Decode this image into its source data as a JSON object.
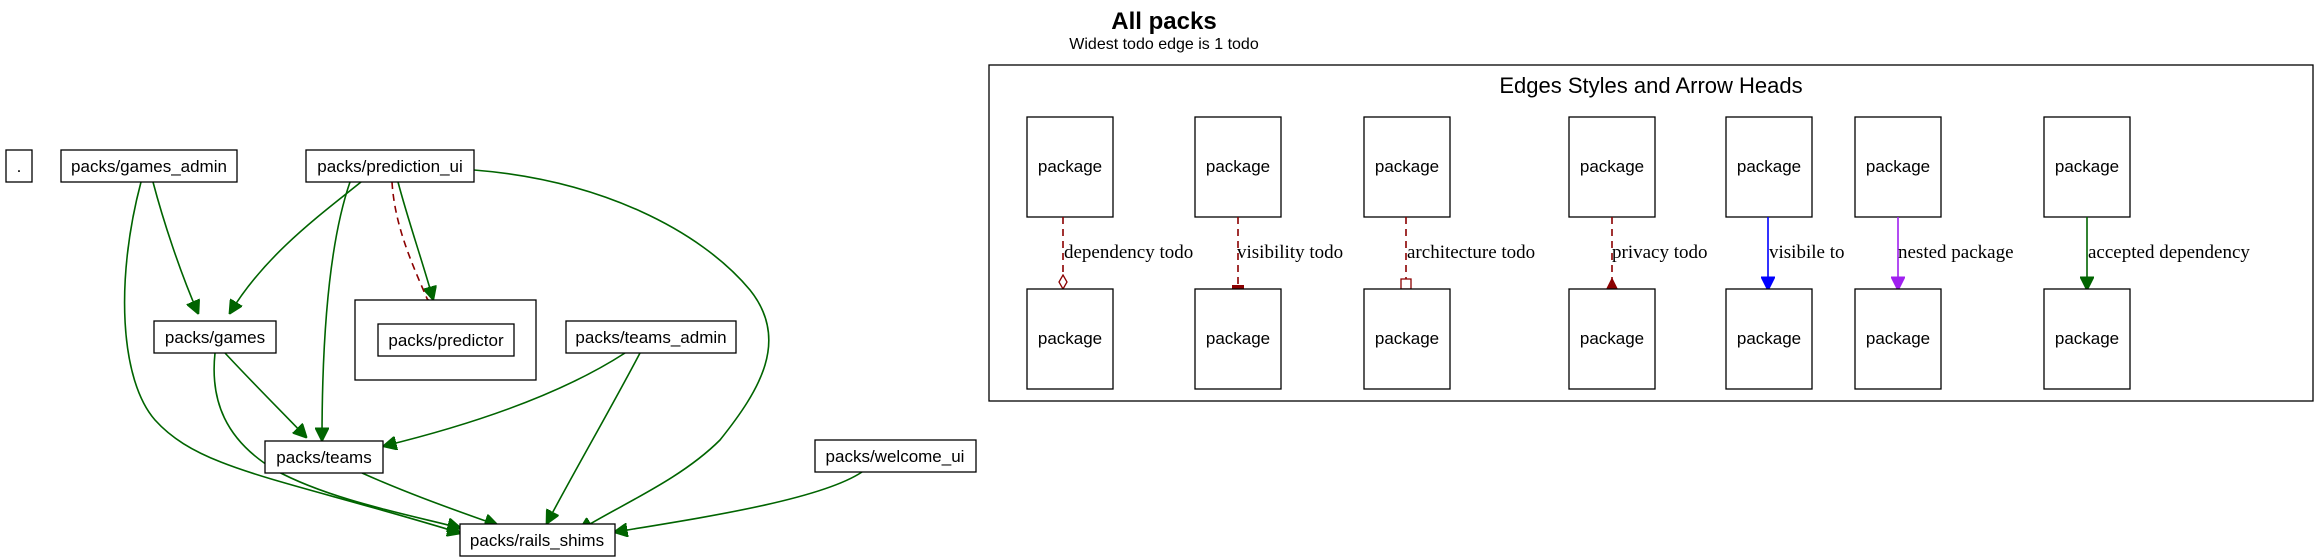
{
  "graph": {
    "title": "All packs",
    "subtitle": "Widest todo edge is 1 todo"
  },
  "packages": {
    "root": ".",
    "games_admin": "packs/games_admin",
    "prediction_ui": "packs/prediction_ui",
    "games": "packs/games",
    "predictor": "packs/predictor",
    "teams_admin": "packs/teams_admin",
    "teams": "packs/teams",
    "welcome_ui": "packs/welcome_ui",
    "rails_shims": "packs/rails_shims"
  },
  "legend": {
    "title": "Edges Styles and Arrow Heads",
    "node_label": "package",
    "items": [
      {
        "label": "dependency todo",
        "color": "#8b0000",
        "style": "dashed",
        "arrowhead": "odiamond"
      },
      {
        "label": "visibility todo",
        "color": "#8b0000",
        "style": "dashed",
        "arrowhead": "tee"
      },
      {
        "label": "architecture todo",
        "color": "#8b0000",
        "style": "dashed",
        "arrowhead": "obox"
      },
      {
        "label": "privacy todo",
        "color": "#8b0000",
        "style": "dashed",
        "arrowhead": "crow"
      },
      {
        "label": "visibile to",
        "color": "#0000ff",
        "style": "solid",
        "arrowhead": "normal"
      },
      {
        "label": "nested package",
        "color": "#a020f0",
        "style": "solid",
        "arrowhead": "normal"
      },
      {
        "label": "accepted dependency",
        "color": "#006400",
        "style": "solid",
        "arrowhead": "normal"
      }
    ]
  },
  "colors": {
    "accepted_dependency": "#006400",
    "todo": "#8b0000",
    "visible_to": "#0000ff",
    "nested": "#a020f0"
  }
}
